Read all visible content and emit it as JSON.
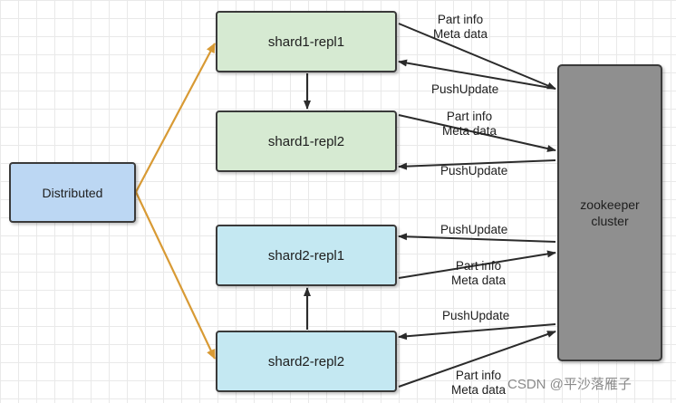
{
  "nodes": {
    "distributed": "Distributed",
    "shard1_repl1": "shard1-repl1",
    "shard1_repl2": "shard1-repl2",
    "shard2_repl1": "shard2-repl1",
    "shard2_repl2": "shard2-repl2",
    "zookeeper_line1": "zookeeper",
    "zookeeper_line2": "cluster"
  },
  "edge_labels": {
    "part_info": "Part info",
    "meta_data": "Meta data",
    "push_update": "PushUpdate"
  },
  "watermark": "CSDN @平沙落雁子",
  "colors": {
    "distributed_fill": "#bcd7f3",
    "shard1_fill": "#d6ead2",
    "shard2_fill": "#c4e8f2",
    "zookeeper_fill": "#8f8f8f",
    "distribution_arrow": "#d89a34",
    "line_color": "#2b2b2b"
  }
}
